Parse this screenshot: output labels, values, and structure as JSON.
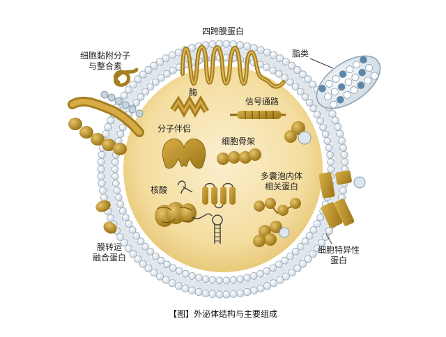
{
  "labels": {
    "transmembrane": "四跨膜蛋白",
    "adhesion": [
      "细胞黏附分子",
      "与整合素"
    ],
    "lipids": "脂类",
    "enzyme": "酶",
    "signaling": "信号通路",
    "chaperone": "分子伴侣",
    "cytoskeleton": "细胞骨架",
    "mvb": [
      "多囊泡内体",
      "相关蛋白"
    ],
    "nucleic_acid": "核酸",
    "fusion": [
      "膜转运",
      "融合蛋白"
    ],
    "cell_specific": [
      "细胞特异性",
      "蛋白"
    ]
  },
  "caption": "【图】外泌体结构与主要组成",
  "colors": {
    "interior": "#f6e3b0",
    "protein": "#b8902a",
    "protein_dark": "#8a6a18",
    "membrane_head": "#eef3f7",
    "membrane_stroke": "#9aa9b6",
    "lipid_blue": "#5d86a8",
    "text": "#222222"
  }
}
